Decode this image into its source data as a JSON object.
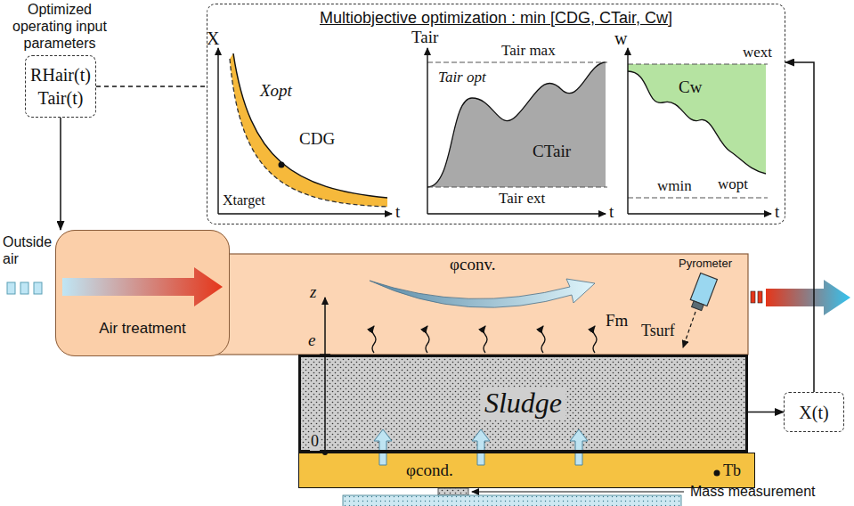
{
  "diagram": {
    "nodes": [
      {
        "text": [
          "Optimized operating input parameters",
          "RHair(t)",
          "Tair(t)"
        ]
      },
      {
        "text": [
          "Multiobjective optimization : min [CDG, CTair, Cw]"
        ]
      },
      {
        "text": [
          "Air treatment"
        ]
      },
      {
        "text": [
          "Sludge"
        ]
      },
      {
        "text": [
          "φcond."
        ]
      },
      {
        "text": [
          "X(t)"
        ]
      }
    ],
    "edges": [
      {
        "from": 0,
        "to": 2,
        "arrow": "to"
      },
      {
        "from": 0,
        "to": 1,
        "arrow": "none"
      },
      {
        "from": 3,
        "to": 5,
        "arrow": "to"
      },
      {
        "from": 5,
        "to": 1,
        "arrow": "to"
      }
    ],
    "labels": [
      "X",
      "t",
      "Xopt",
      "CDG",
      "Xtarget",
      "Tair",
      "Tair max",
      "Tair opt",
      "CTair",
      "Tair ext",
      "t",
      "w",
      "wext",
      "Cw",
      "wopt",
      "wmin",
      "t",
      "Outside air",
      "φconv.",
      "z",
      "e",
      "0",
      "Fm",
      "Pyrometer",
      "Tsurf",
      "Tb",
      "Mass measurement"
    ]
  }
}
